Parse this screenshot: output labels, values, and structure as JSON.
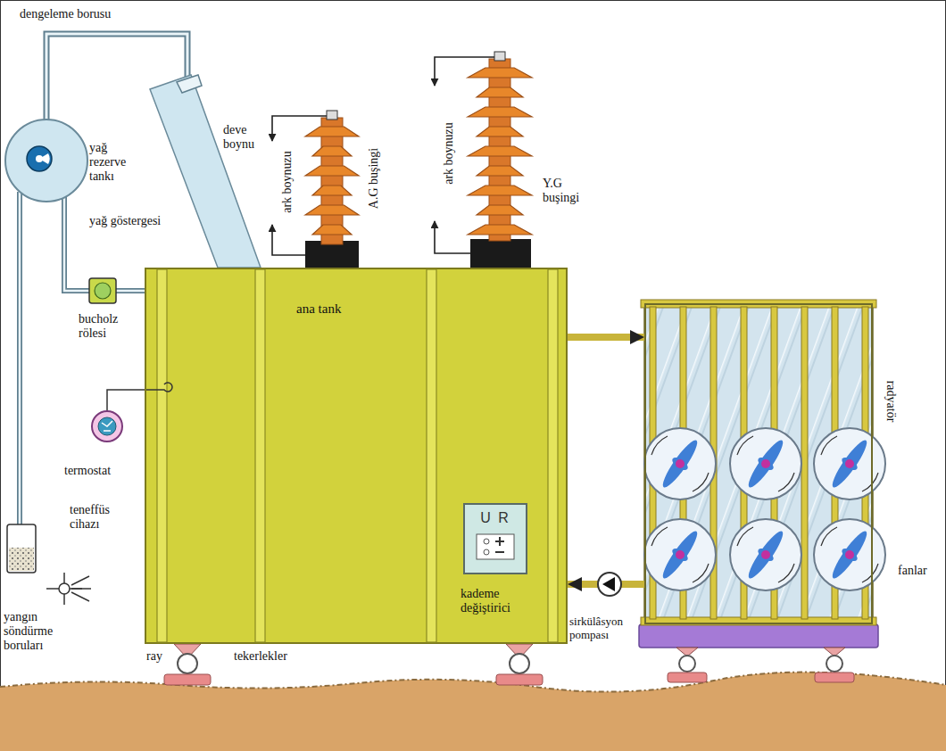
{
  "diagram": {
    "nodes": [
      {
        "text": [
          "ana tank",
          "kademe değiştirici"
        ]
      },
      {
        "text": [
          "U R"
        ],
        "in": 0
      },
      {
        "text": [
          "radyatör"
        ]
      }
    ],
    "edges": [
      {
        "from": 0,
        "to": 2,
        "arrow": "to"
      },
      {
        "from": 2,
        "to": 0,
        "arrow": "to"
      }
    ],
    "labels": [
      "dengeleme borusu",
      "yağ rezerve tankı",
      "yağ göstergesi",
      "deve boynu",
      "ark boynuzu",
      "A.G buşingi",
      "ark boynuzu",
      "Y.G buşingi",
      "bucholz rölesi",
      "termostat",
      "teneffüs cihazı",
      "yangın söndürme boruları",
      "ray",
      "tekerlekler",
      "sirkülâsyon pompası",
      "fanlar"
    ]
  }
}
